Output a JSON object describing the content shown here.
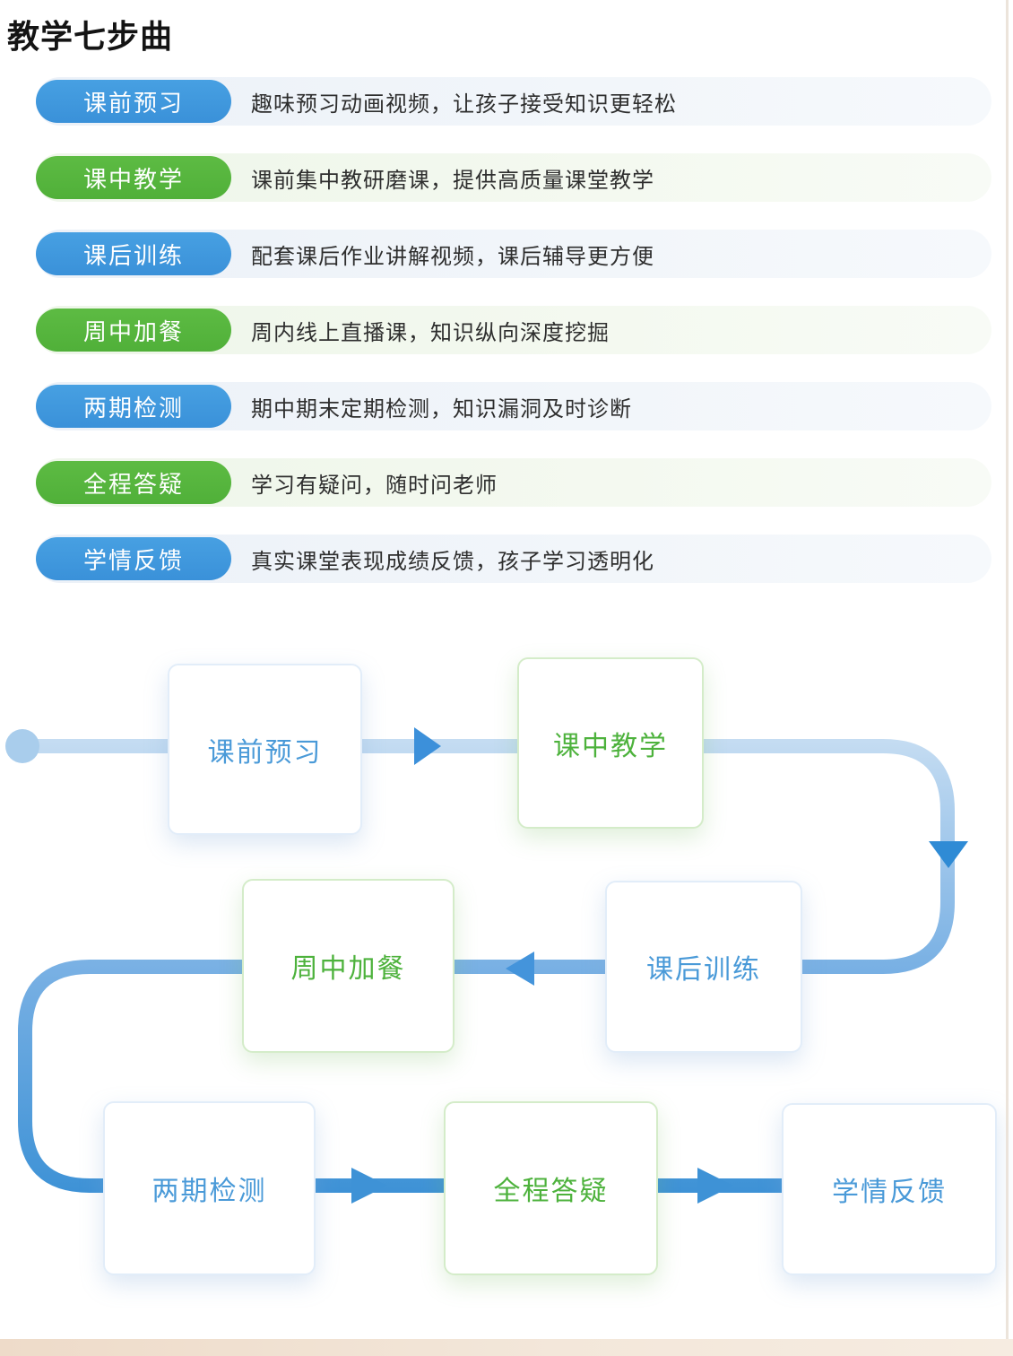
{
  "page": {
    "title": "教学七步曲"
  },
  "steps": [
    {
      "label": "课前预习",
      "desc": "趣味预习动画视频，让孩子接受知识更轻松",
      "color": "blue"
    },
    {
      "label": "课中教学",
      "desc": "课前集中教研磨课，提供高质量课堂教学",
      "color": "green"
    },
    {
      "label": "课后训练",
      "desc": "配套课后作业讲解视频，课后辅导更方便",
      "color": "blue"
    },
    {
      "label": "周中加餐",
      "desc": "周内线上直播课，知识纵向深度挖掘",
      "color": "green"
    },
    {
      "label": "两期检测",
      "desc": "期中期末定期检测，知识漏洞及时诊断",
      "color": "blue"
    },
    {
      "label": "全程答疑",
      "desc": "学习有疑问，随时问老师",
      "color": "green"
    },
    {
      "label": "学情反馈",
      "desc": "真实课堂表现成绩反馈，孩子学习透明化",
      "color": "blue"
    }
  ],
  "flow": {
    "nodes": [
      {
        "label": "课前预习",
        "color": "blue"
      },
      {
        "label": "课中教学",
        "color": "green"
      },
      {
        "label": "课后训练",
        "color": "blue"
      },
      {
        "label": "周中加餐",
        "color": "green"
      },
      {
        "label": "两期检测",
        "color": "blue"
      },
      {
        "label": "全程答疑",
        "color": "green"
      },
      {
        "label": "学情反馈",
        "color": "blue"
      }
    ],
    "order_note": "课前预习 → 课中教学 → 课后训练 → 周中加餐 → 两期检测 → 全程答疑 → 学情反馈",
    "icons": [
      "start-dot-icon",
      "arrow-right-icon",
      "arrow-down-icon",
      "arrow-left-icon",
      "arrow-right-icon",
      "arrow-right-icon"
    ]
  },
  "colors": {
    "pill_blue": "#3e97dd",
    "pill_green": "#55b53e",
    "row_tint_blue": "#ecf1f8",
    "row_tint_green": "#eef6e9",
    "flow_line_light": "#c6ddf2",
    "flow_line_mid": "#7ab1e4",
    "flow_line_dark": "#3e92d6",
    "arrow_blue": "#3c90da",
    "node_text_blue": "#4a9ad8",
    "node_text_green": "#4db23c",
    "bottom_bar_peach": "#eedbc9"
  }
}
